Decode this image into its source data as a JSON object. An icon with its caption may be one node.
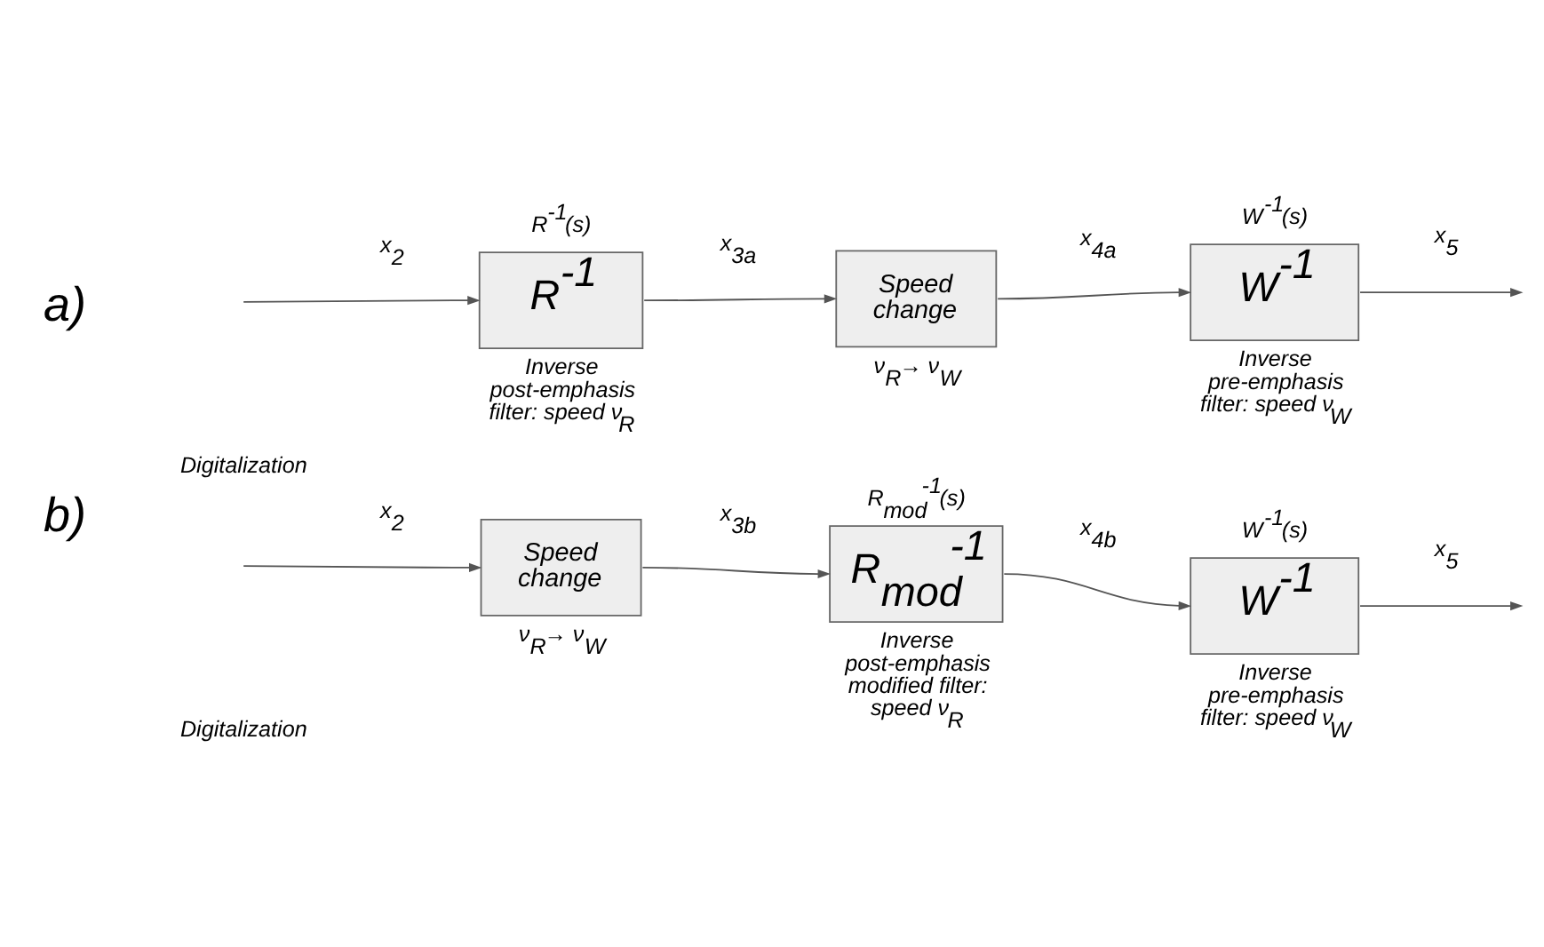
{
  "diagram": {
    "nodes": [
      {
        "text": [
          "R$^{-1}$(s)",
          "R$^{-1}$"
        ],
        "beside": [
          "Inverse post-emphasis filter: speed ν$_{R}$"
        ]
      },
      {
        "text": [
          "Speed change"
        ],
        "beside": [
          "ν$_{R}$→ ν$_{W}$"
        ]
      },
      {
        "text": [
          "W$^{-1}$(s)",
          "W$^{-1}$"
        ],
        "beside": [
          "Inverse pre-emphasis filter: speed ν$_{W}$"
        ]
      },
      {
        "text": [
          "Speed change"
        ],
        "beside": [
          "ν$_{R}$→ ν$_{W}$"
        ]
      },
      {
        "text": [
          "R$_{mod}$$^{-1}$(s)",
          "R$_{mod}$$^{-1}$"
        ],
        "beside": [
          "Inverse post-emphasis modified filter: speed ν$_{R}$"
        ]
      },
      {
        "text": [
          "W$^{-1}$(s)",
          "W$^{-1}$"
        ],
        "beside": [
          "Inverse pre-emphasis filter: speed ν$_{W}$"
        ]
      }
    ],
    "edges": [
      {
        "from": null,
        "to": 0,
        "arrow": "to",
        "label": "x$_{2}$"
      },
      {
        "from": 0,
        "to": 1,
        "arrow": "to",
        "label": "x$_{3a}$"
      },
      {
        "from": 1,
        "to": 2,
        "arrow": "to",
        "label": "x$_{4a}$"
      },
      {
        "from": 2,
        "to": null,
        "arrow": "to",
        "label": "x$_{5}$"
      },
      {
        "from": null,
        "to": 3,
        "arrow": "to",
        "label": "x$_{2}$"
      },
      {
        "from": 3,
        "to": 4,
        "arrow": "to",
        "label": "x$_{3b}$"
      },
      {
        "from": 4,
        "to": 5,
        "arrow": "to",
        "label": "x$_{4b}$"
      },
      {
        "from": 5,
        "to": null,
        "arrow": "to",
        "label": "x$_{5}$"
      }
    ],
    "labels": [
      "a)",
      "Digitalization",
      "b)",
      "Digitalization"
    ]
  }
}
